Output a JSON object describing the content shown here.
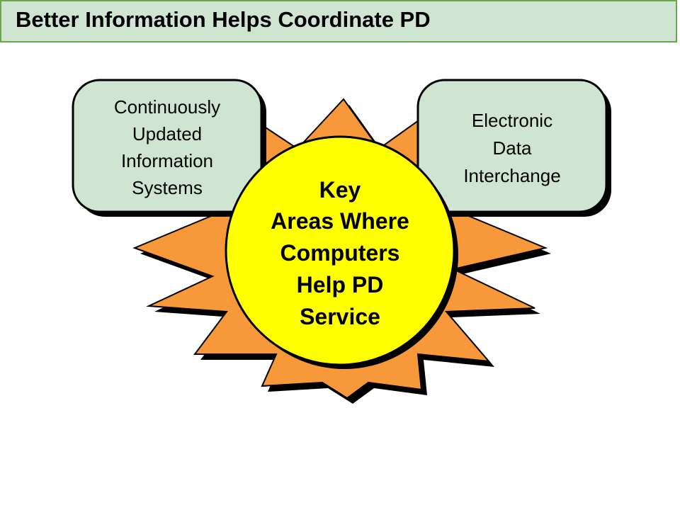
{
  "title": "Better Information Helps Coordinate PD",
  "left_box": {
    "lines": [
      "Continuously",
      "Updated",
      "Information",
      "Systems"
    ]
  },
  "right_box": {
    "lines": [
      "Electronic",
      "Data",
      "Interchange"
    ]
  },
  "center": {
    "lines": [
      "Key",
      "Areas Where",
      "Computers",
      "Help PD",
      "Service"
    ]
  },
  "colors": {
    "title_bg": "#cfe5d2",
    "title_border": "#6aa84f",
    "box_fill": "#cfe5d2",
    "burst_fill": "#f7993b",
    "center_fill": "#ffff00",
    "outline": "#000000"
  }
}
